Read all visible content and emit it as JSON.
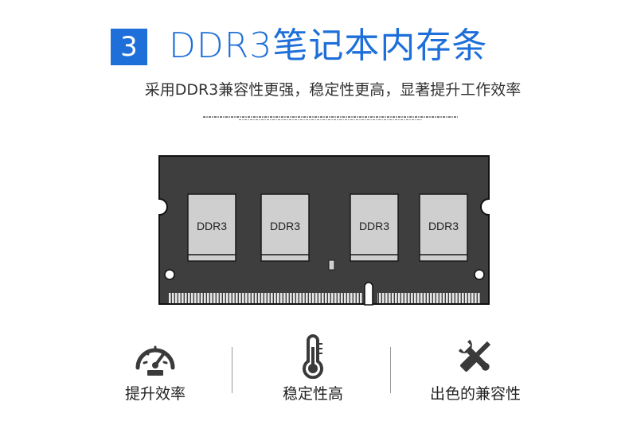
{
  "header": {
    "step_number": "3",
    "title": "DDR3笔记本内存条",
    "subtitle": "采用DDR3兼容性更强，稳定性更高，显著提升工作效率"
  },
  "module": {
    "chips": [
      {
        "label": "DDR3"
      },
      {
        "label": "DDR3"
      },
      {
        "label": "DDR3"
      },
      {
        "label": "DDR3"
      }
    ],
    "colors": {
      "pcb": "#3e3e3e",
      "chip": "#cfcfcf",
      "contacts": "#e6e6e6"
    }
  },
  "features": [
    {
      "icon": "speedometer-icon",
      "label": "提升效率"
    },
    {
      "icon": "thermometer-icon",
      "label": "稳定性高"
    },
    {
      "icon": "wrench-screwdriver-icon",
      "label": "出色的兼容性"
    }
  ],
  "colors": {
    "accent": "#1e6fd9",
    "icon": "#3a3a3a"
  }
}
